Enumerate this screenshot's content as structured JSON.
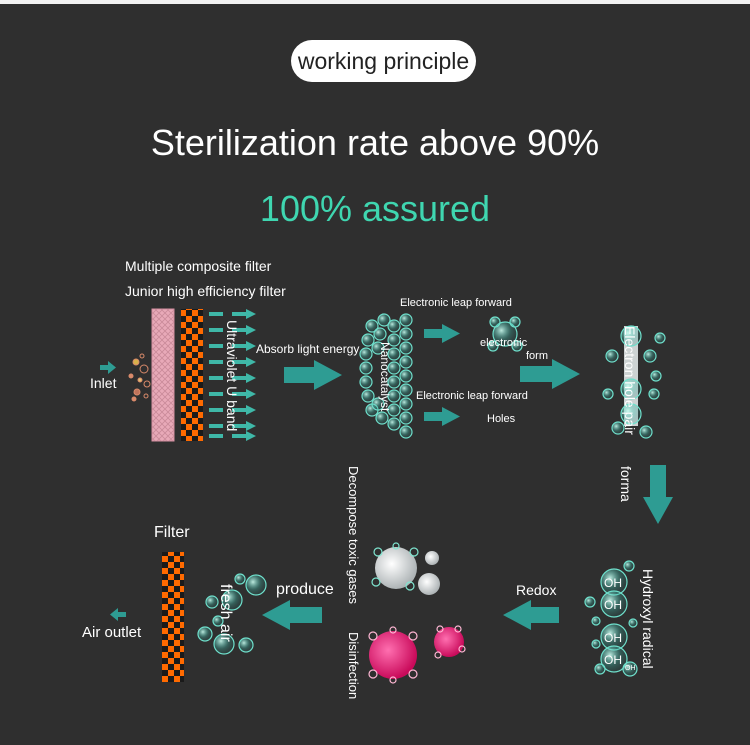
{
  "header": {
    "badge": "working principle",
    "headline": "Sterilization rate above 90%",
    "subheadline": "100% assured"
  },
  "stage1": {
    "filter_label_1": "Multiple composite filter",
    "filter_label_2": "Junior high efficiency filter",
    "inlet": "Inlet",
    "uv_band": "Ultraviolet U band",
    "absorb": "Absorb light energy"
  },
  "stage2": {
    "nanocatalyst": "Nanocatalyst",
    "leap_1": "Electronic leap forward",
    "electronic": "electronic",
    "form": "form",
    "leap_2": "Electronic leap forward",
    "holes": "Holes"
  },
  "stage3": {
    "electron_hole_pair": "Electron hole pair",
    "forma": "forma"
  },
  "stage4": {
    "hydroxyl": "Hydroxyl radical",
    "oh": [
      "OH",
      "OH",
      "OH",
      "OH",
      "OH"
    ],
    "redox": "Redox",
    "decompose": "Decompose toxic gases",
    "disinfection": "Disinfection",
    "produce": "produce",
    "fresh_air": "fresh air",
    "filter": "Filter",
    "air_outlet": "Air outlet"
  },
  "colors": {
    "accent": "#3fd6b0",
    "arrow": "#2e9c93",
    "background": "#2f2f2f",
    "orange": "#ff6a00",
    "pink_filter": "#e8a9b8",
    "magenta": "#e0106a"
  }
}
